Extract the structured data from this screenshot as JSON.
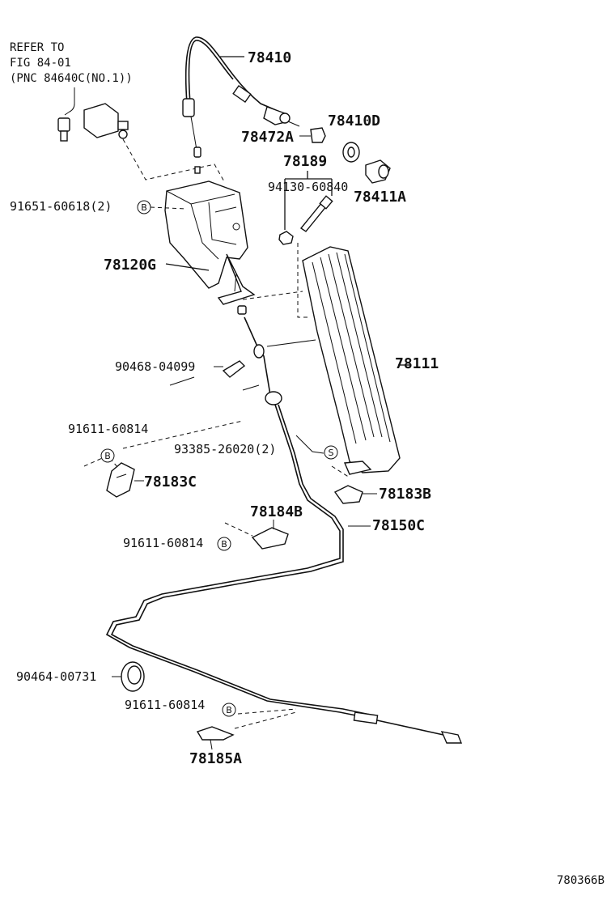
{
  "reference": {
    "line1": "REFER TO",
    "line2": "FIG 84-01",
    "line3": "(PNC 84640C(NO.1))"
  },
  "labels": {
    "p78410": "78410",
    "p78410D": "78410D",
    "p78472A": "78472A",
    "p78189": "78189",
    "p94130": "94130-60840",
    "p78411A": "78411A",
    "p91651": "91651-60618(2)",
    "p78120G": "78120G",
    "p90468": "90468-04099",
    "p78111": "78111",
    "p91611_a": "91611-60814",
    "p93385": "93385-26020(2)",
    "p78183C": "78183C",
    "p78183B": "78183B",
    "p78184B": "78184B",
    "p78150C": "78150C",
    "p91611_b": "91611-60814",
    "p90464": "90464-00731",
    "p91611_c": "91611-60814",
    "p78185A": "78185A"
  },
  "badges": {
    "b1": "B",
    "b2": "B",
    "b3": "S",
    "b4": "B",
    "b5": "B"
  },
  "figure_code": "780366B"
}
